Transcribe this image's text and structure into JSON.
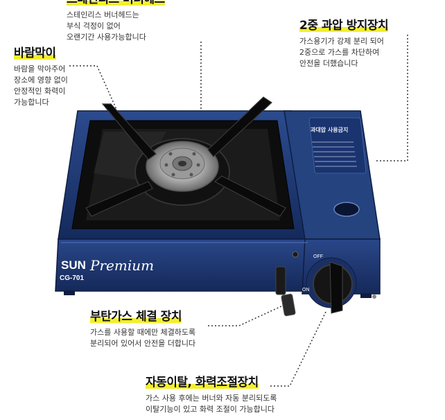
{
  "features": {
    "burner": {
      "heading": "스테인리스 버너헤드",
      "lines": [
        "스테인리스 버너헤드는",
        "부식 걱정이 없어",
        "오랜기간 사용가능합니다"
      ]
    },
    "wind": {
      "heading": "바람막이",
      "lines": [
        "바람을 막아주어",
        "장소에 영향 없이",
        "안정적인 화력이",
        "가능합니다"
      ]
    },
    "pressure": {
      "heading": "2중 과압 방지장치",
      "lines": [
        "가스용기가 강제 분리 되어",
        "2중으로 가스를 차단하여",
        "안전을 더했습니다"
      ]
    },
    "lock": {
      "heading": "부탄가스 체결 장치",
      "lines": [
        "가스를 사용할 때에만 체결하도록",
        "분리되어 있어서 안전을 더합니다"
      ]
    },
    "ignite": {
      "heading": "자동이탈, 화력조절장치",
      "lines": [
        "가스 사용 후에는 버너와 자동 분리되도록",
        "이탈기능이 있고 화력 조절이 가능합니다"
      ]
    }
  },
  "product": {
    "brand": "SUN",
    "model": "CG-701",
    "series": "Premium",
    "knob_off": "OFF",
    "knob_on": "ON",
    "panel_text": "과대압 사용금지"
  },
  "colors": {
    "body": "#1f3a78",
    "highlight": "#f3ef2b"
  }
}
